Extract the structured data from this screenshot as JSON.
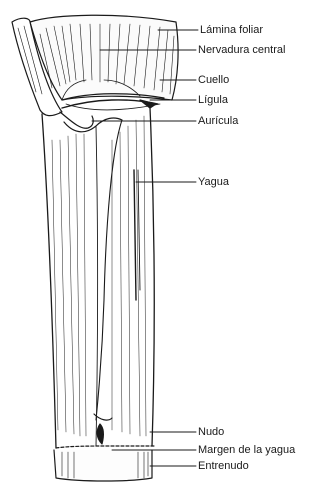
{
  "labels": {
    "lamina_foliar": "Lámina foliar",
    "nervadura_central": "Nervadura central",
    "cuello": "Cuello",
    "ligula": "Lígula",
    "auricula": "Aurícula",
    "yagua": "Yagua",
    "nudo": "Nudo",
    "margen_yagua": "Margen de la yagua",
    "entrenudo": "Entrenudo"
  }
}
